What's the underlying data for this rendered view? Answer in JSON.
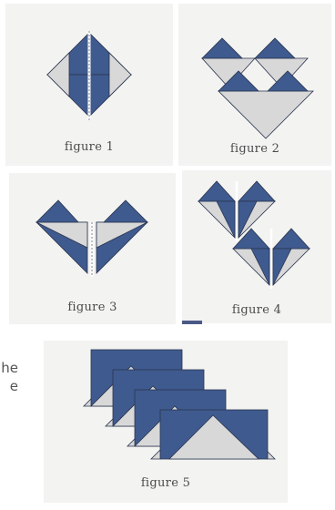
{
  "figures": [
    {
      "caption": "figure 1"
    },
    {
      "caption": "figure 2"
    },
    {
      "caption": "figure 3"
    },
    {
      "caption": "figure 4"
    },
    {
      "caption": "figure 5"
    }
  ],
  "side_text": [
    "he",
    "e"
  ],
  "colors": {
    "navy": "#3f5a8e",
    "light": "#d8d8d8",
    "edge": "#2a3550",
    "panel": "#f3f3f1"
  }
}
